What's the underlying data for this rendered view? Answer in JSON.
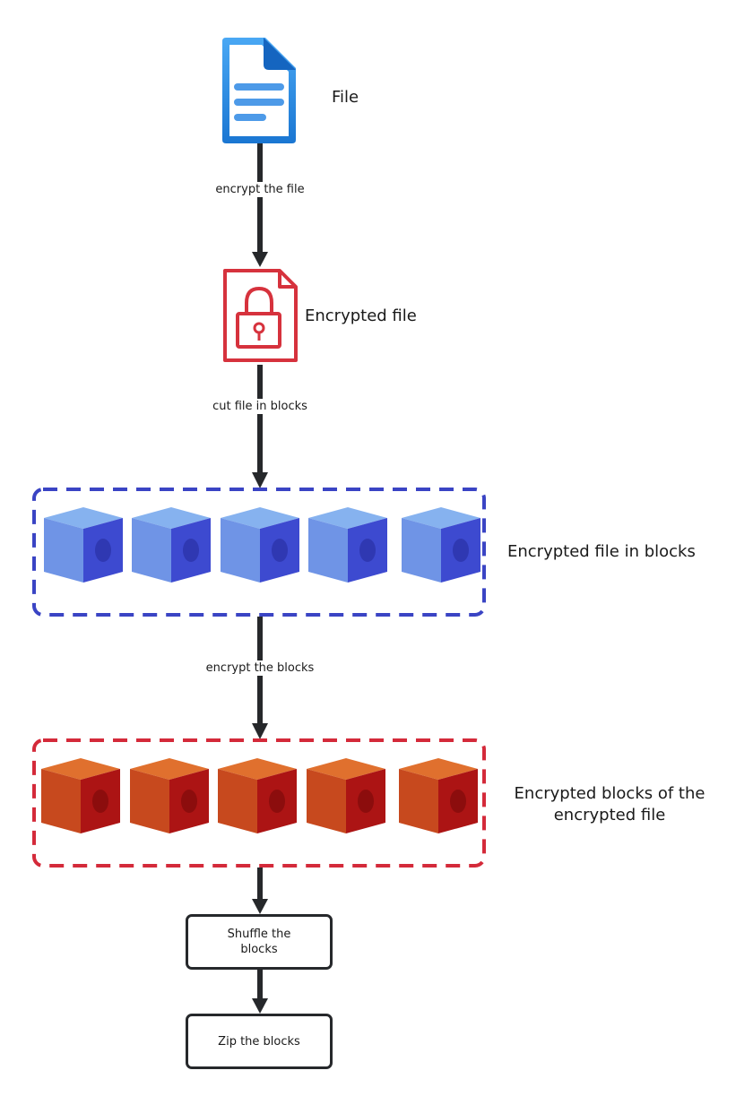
{
  "nodes": {
    "file": {
      "label": "File",
      "icon": "document-icon"
    },
    "encrypted_file": {
      "label": "Encrypted file",
      "icon": "locked-file-icon"
    },
    "blocks": {
      "label": "Encrypted file in blocks",
      "icon": "blue-cube-icon",
      "count": 5
    },
    "encrypted_blocks": {
      "label": "Encrypted blocks of the encrypted file",
      "icon": "red-cube-icon",
      "count": 5
    },
    "shuffle": {
      "label": "Shuffle the blocks"
    },
    "zip": {
      "label": "Zip the blocks"
    }
  },
  "edges": {
    "encrypt_file": "encrypt the file",
    "cut_file": "cut file in blocks",
    "encrypt_blocks": "encrypt the blocks"
  },
  "colors": {
    "arrow": "#26282b",
    "blue_group": "#3a44c4",
    "red_group": "#d42a3a",
    "doc_blue": "#2a88e0",
    "lock_red": "#d6323d"
  }
}
